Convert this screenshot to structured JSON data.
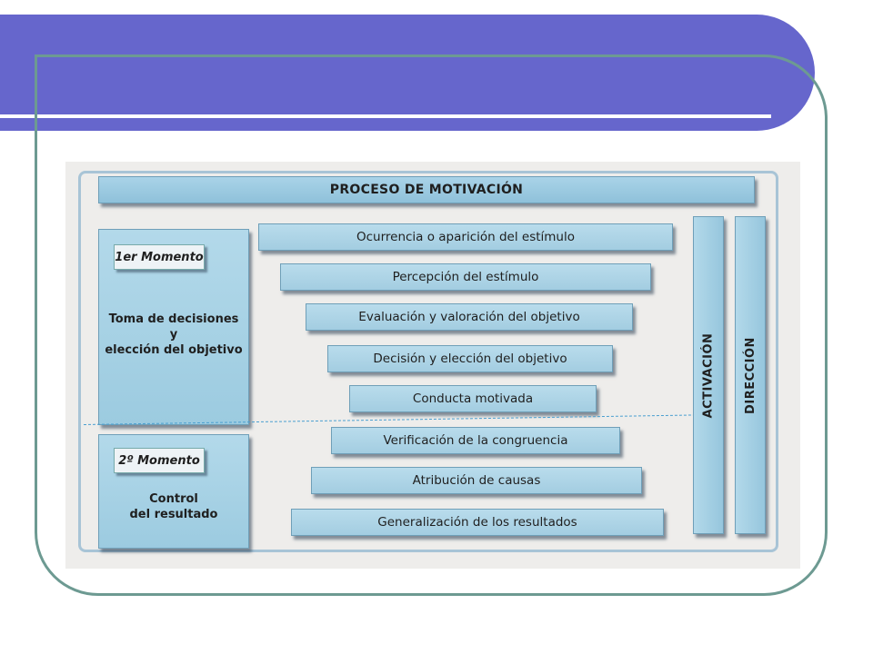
{
  "diagram": {
    "title": "PROCESO DE MOTIVACIÓN",
    "moments": [
      {
        "label": "1er Momento",
        "lines": [
          "Toma de decisiones",
          "y",
          "elección del objetivo"
        ]
      },
      {
        "label": "2º Momento",
        "lines": [
          "Control",
          "del resultado"
        ]
      }
    ],
    "steps": [
      "Ocurrencia o aparición del estímulo",
      "Percepción del estímulo",
      "Evaluación y valoración del objetivo",
      "Decisión y elección del objetivo",
      "Conducta motivada",
      "Verificación de la congruencia",
      "Atribución de causas",
      "Generalización de los resultados"
    ],
    "vertical_labels": [
      "ACTIVACIÓN",
      "DIRECCIÓN"
    ]
  },
  "colors": {
    "title_bar": "#6666cc",
    "frame": "#6d9a92",
    "box_fill": "#a3cde1",
    "divider": "#4a9fd0"
  }
}
